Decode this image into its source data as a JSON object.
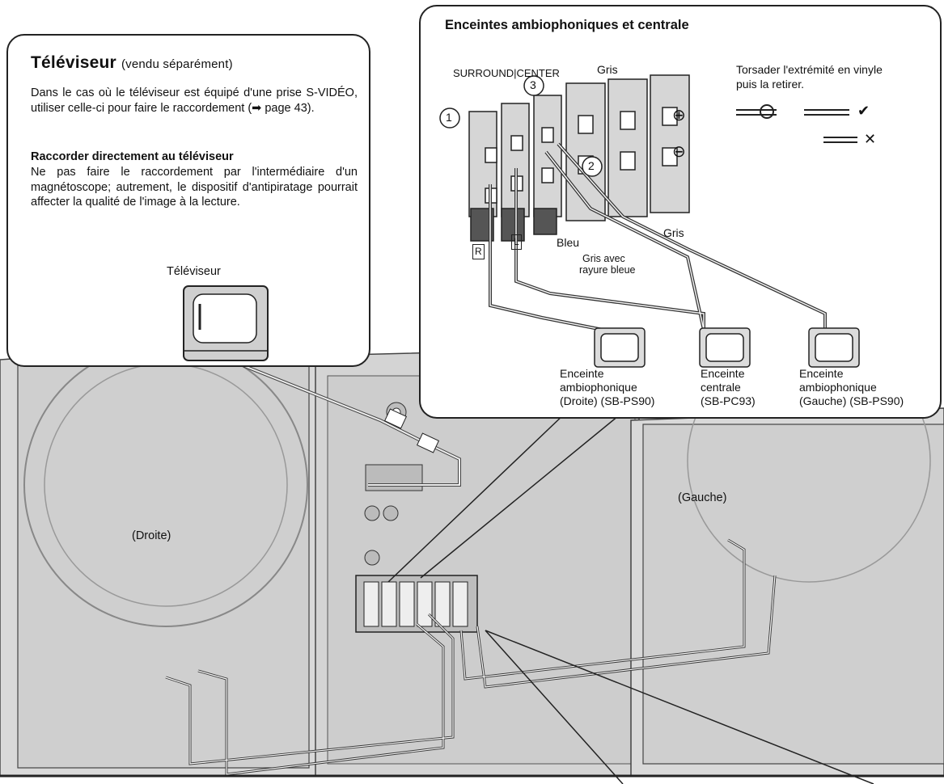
{
  "tv": {
    "title": "Téléviseur",
    "title_note": "(vendu séparément)",
    "paragraph": "Dans le cas où le téléviseur est équipé d'une prise S-VIDÉO, utiliser celle-ci pour faire le raccordement (➡ page 43).",
    "subheading": "Raccorder directement au téléviseur",
    "paragraph2": "Ne pas faire le raccordement par l'intermédiaire d'un magnétoscope; autrement, le dispositif d'antipiratage pourrait affecter la qualité de l'image à la lecture.",
    "label": "Téléviseur"
  },
  "speakers": {
    "title": "Enceintes ambiophoniques et centrale",
    "terminal_labels": "SURROUND|CENTER",
    "gris_top": "Gris",
    "plus_symbol": "⊕",
    "minus_symbol": "⊖",
    "step_1": "1",
    "step_2": "2",
    "step_3": "3",
    "twist_line1": "Torsader l'extrémité en vinyle",
    "twist_line2": "puis la retirer.",
    "check_mark": "✔",
    "cross_mark": "✕",
    "r_mark": "R",
    "l_mark": "L",
    "bleu": "Bleu",
    "gris_right": "Gris",
    "gris_stripe_1": "Gris avec",
    "gris_stripe_2": "rayure bleue",
    "right_surround": [
      "Enceinte",
      "ambiophonique",
      "(Droite) (SB-PS90)"
    ],
    "center": [
      "Enceinte",
      "centrale",
      "(SB-PC93)"
    ],
    "left_surround": [
      "Enceinte",
      "ambiophonique",
      "(Gauche) (SB-PS90)"
    ]
  },
  "main": {
    "right_label": "(Droite)",
    "left_label": "(Gauche)"
  },
  "colors": {
    "panel_gray": "#dcdcdc",
    "panel_dark": "#c8c8c8",
    "outline": "#222222"
  }
}
